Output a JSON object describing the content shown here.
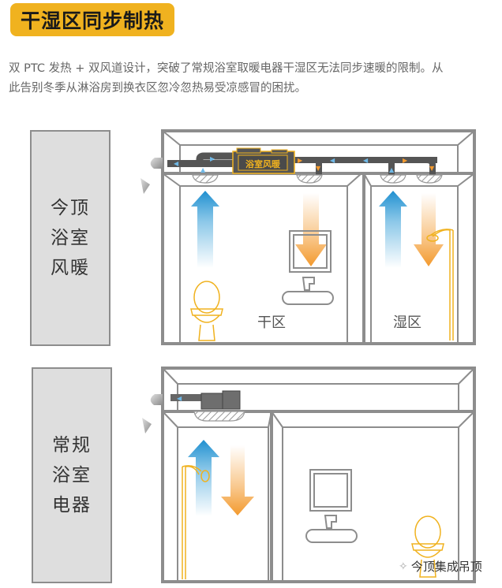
{
  "title": "干湿区同步制热",
  "description": {
    "line1": "双 PTC 发热 + 双风道设计，突破了常规浴室取暖电器干湿区无法同步速暖的限制。从",
    "line2": "此告别冬季从淋浴房到换衣区忽冷忽热易受凉感冒的困扰。"
  },
  "diagram_top": {
    "label_lines": [
      "今顶",
      "浴室",
      "风暖"
    ],
    "unit_label": "浴室风暖",
    "dry_zone_label": "干区",
    "wet_zone_label": "湿区"
  },
  "diagram_bottom": {
    "label_lines": [
      "常规",
      "浴室",
      "电器"
    ]
  },
  "watermark": {
    "icon": "wechat-icon",
    "text": "今顶集成吊顶"
  },
  "colors": {
    "accent": "#f0b21f",
    "warm_air": "#f39a2e",
    "cool_air": "#2f9bd6",
    "fixture": "#f0b21f",
    "wall": "#8d8d8d"
  }
}
